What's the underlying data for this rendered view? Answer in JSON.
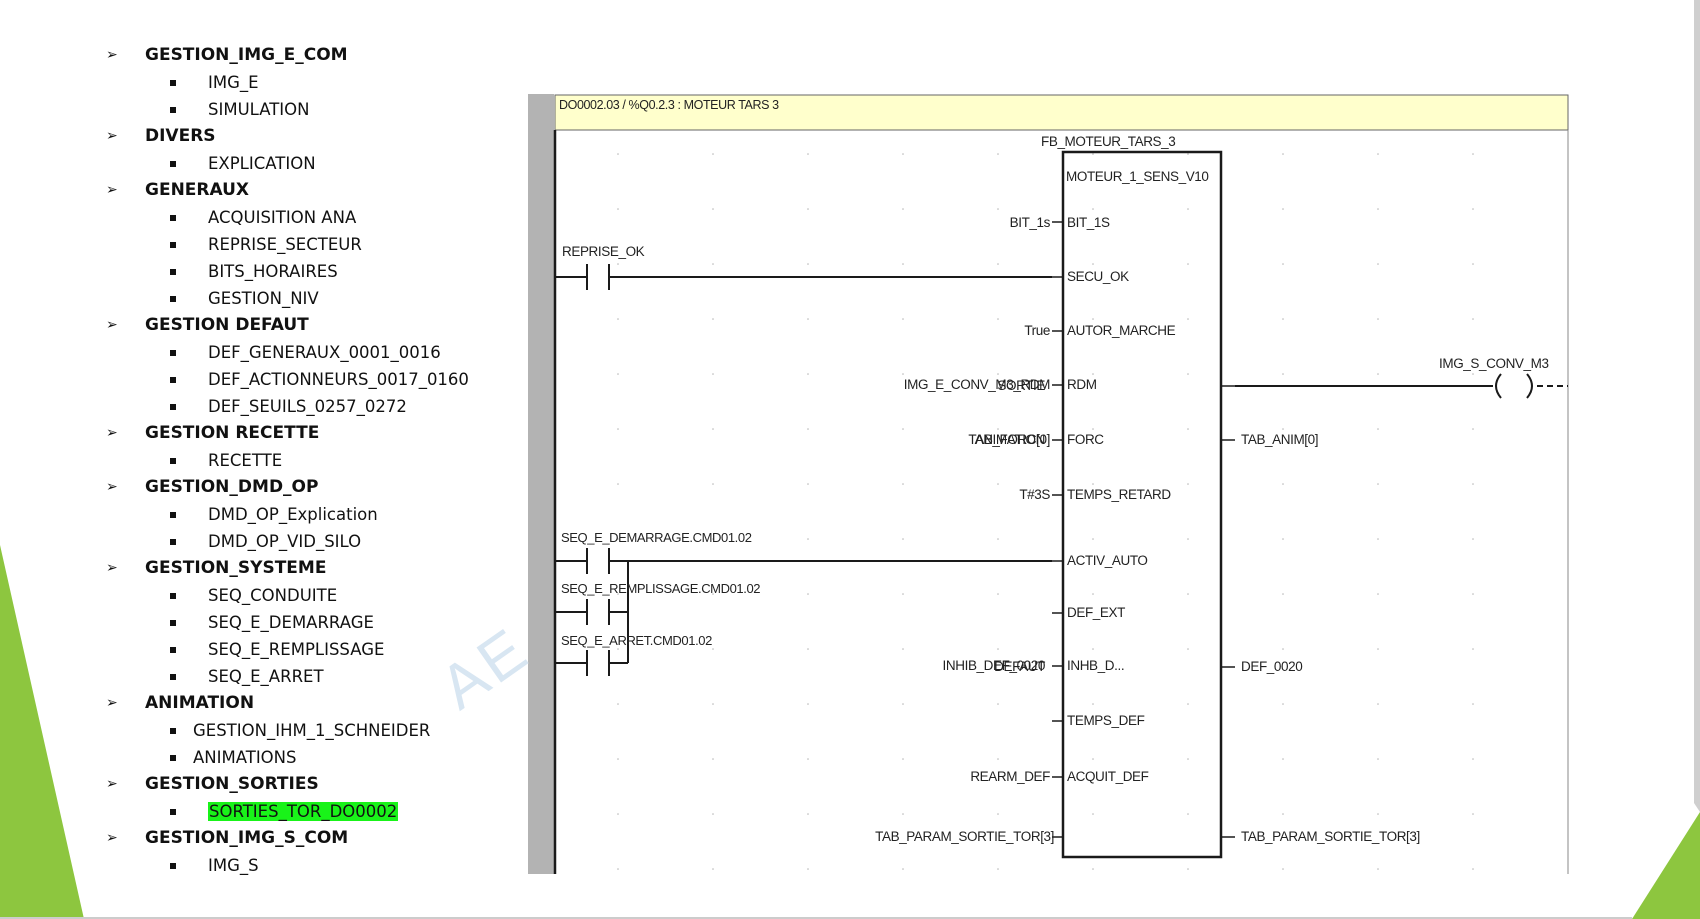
{
  "outline": [
    {
      "title": "GESTION_IMG_E_COM",
      "items": [
        "IMG_E",
        "SIMULATION"
      ]
    },
    {
      "title": "DIVERS",
      "items": [
        "EXPLICATION"
      ]
    },
    {
      "title": "GENERAUX",
      "items": [
        "ACQUISITION ANA",
        "REPRISE_SECTEUR",
        "BITS_HORAIRES",
        "GESTION_NIV"
      ]
    },
    {
      "title": "GESTION DEFAUT",
      "items": [
        "DEF_GENERAUX_0001_0016",
        "DEF_ACTIONNEURS_0017_0160",
        "DEF_SEUILS_0257_0272"
      ]
    },
    {
      "title": "GESTION RECETTE",
      "items": [
        "RECETTE"
      ]
    },
    {
      "title": "GESTION_DMD_OP",
      "items": [
        "DMD_OP_Explication",
        "DMD_OP_VID_SILO"
      ]
    },
    {
      "title": "GESTION_SYSTEME",
      "items": [
        "SEQ_CONDUITE",
        "SEQ_E_DEMARRAGE",
        "SEQ_E_REMPLISSAGE",
        "SEQ_E_ARRET"
      ]
    },
    {
      "title": "ANIMATION",
      "items": [
        "GESTION_IHM_1_SCHNEIDER",
        "ANIMATIONS"
      ]
    },
    {
      "title": "GESTION_SORTIES",
      "items": [
        "SORTIES_TOR_DO0002"
      ]
    },
    {
      "title": "GESTION_IMG_S_COM",
      "items": [
        "IMG_S"
      ]
    }
  ],
  "highlighted_item": "SORTIES_TOR_DO0002",
  "highlight_color": "#19f319",
  "accent_color": "#8dc63f",
  "ladder": {
    "header": "DO0002.03 / %Q0.2.3 : MOTEUR TARS 3",
    "header_color": "#ffffcc",
    "fb_instance": "FB_MOTEUR_TARS_3",
    "fb_type": "MOTEUR_1_SENS_V10",
    "inputs": [
      {
        "pin": "BIT_1S",
        "var": "BIT_1s"
      },
      {
        "pin": "SECU_OK",
        "var": ""
      },
      {
        "pin": "AUTOR_MARCHE",
        "var": "True"
      },
      {
        "pin": "RDM",
        "var": "IMG_E_CONV_M3_RDM"
      },
      {
        "pin": "FORC",
        "var": "TAB_FORC[0]"
      },
      {
        "pin": "TEMPS_RETARD",
        "var": "T#3S"
      },
      {
        "pin": "ACTIV_AUTO",
        "var": ""
      },
      {
        "pin": "DEF_EXT",
        "var": ""
      },
      {
        "pin": "INHB_D...",
        "var": "INHIB_DEF_0020"
      },
      {
        "pin": "TEMPS_DEF",
        "var": ""
      },
      {
        "pin": "ACQUIT_DEF",
        "var": "REARM_DEF"
      },
      {
        "pin": "",
        "var": "TAB_PARAM_SORTIE_TOR[3]"
      }
    ],
    "outputs": [
      {
        "pin": "SORTIE",
        "var": ""
      },
      {
        "pin": "ANIMATION",
        "var": "TAB_ANIM[0]"
      },
      {
        "pin": "DEFAUT",
        "var": "DEF_0020"
      },
      {
        "pin": "",
        "var": "TAB_PARAM_SORTIE_TOR[3]"
      }
    ],
    "contacts": [
      "REPRISE_OK",
      "SEQ_E_DEMARRAGE.CMD01.02",
      "SEQ_E_REMPLISSAGE.CMD01.02",
      "SEQ_E_ARRET.CMD01.02"
    ],
    "coil": "IMG_S_CONV_M3",
    "watermark": "AE"
  }
}
